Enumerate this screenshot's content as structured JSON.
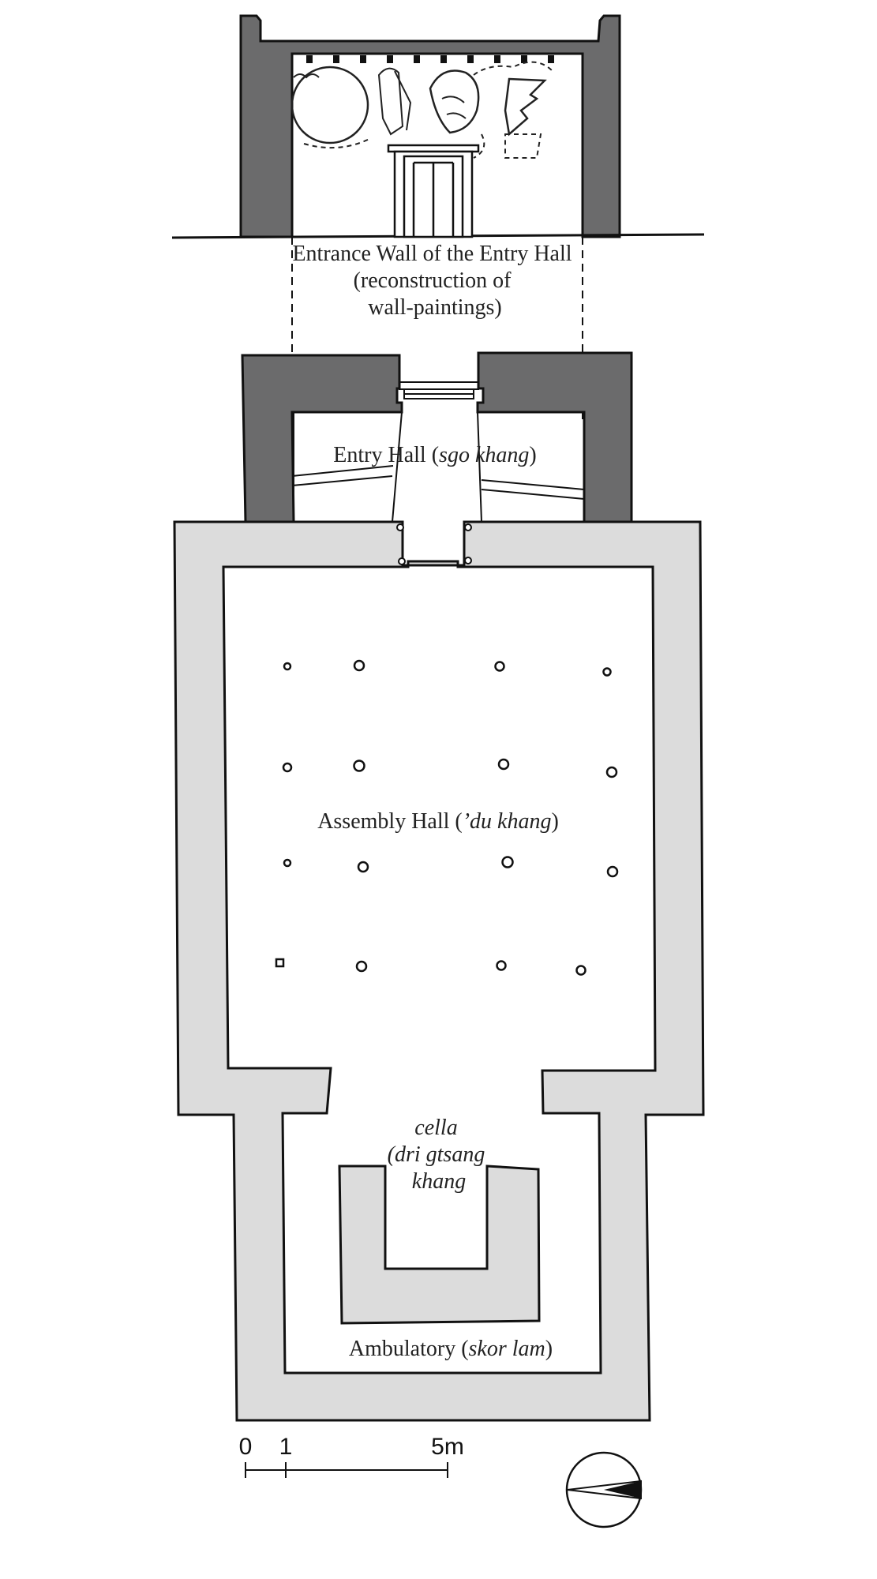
{
  "labels": {
    "entrance_wall": [
      "Entrance Wall of the Entry Hall",
      "(reconstruction of",
      "wall-paintings)"
    ],
    "entry_hall": {
      "name": "Entry Hall (",
      "term": "sgo khang",
      "close": ")"
    },
    "assembly_hall": {
      "name": "Assembly Hall (",
      "term": "’du khang",
      "close": ")"
    },
    "cella": [
      "cella",
      "(dri gtsang",
      "khang"
    ],
    "ambulatory": {
      "name": "Ambulatory (",
      "term": "skor lam",
      "close": ")"
    }
  },
  "scale_bar": {
    "tick_labels": [
      "0",
      "1",
      "5m"
    ]
  },
  "colors": {
    "dark_wall": "#6b6b6c",
    "light_wall": "#dcdcdc",
    "line": "#111111",
    "background": "#ffffff"
  },
  "icons": {
    "north_arrow": "north-arrow-icon"
  }
}
